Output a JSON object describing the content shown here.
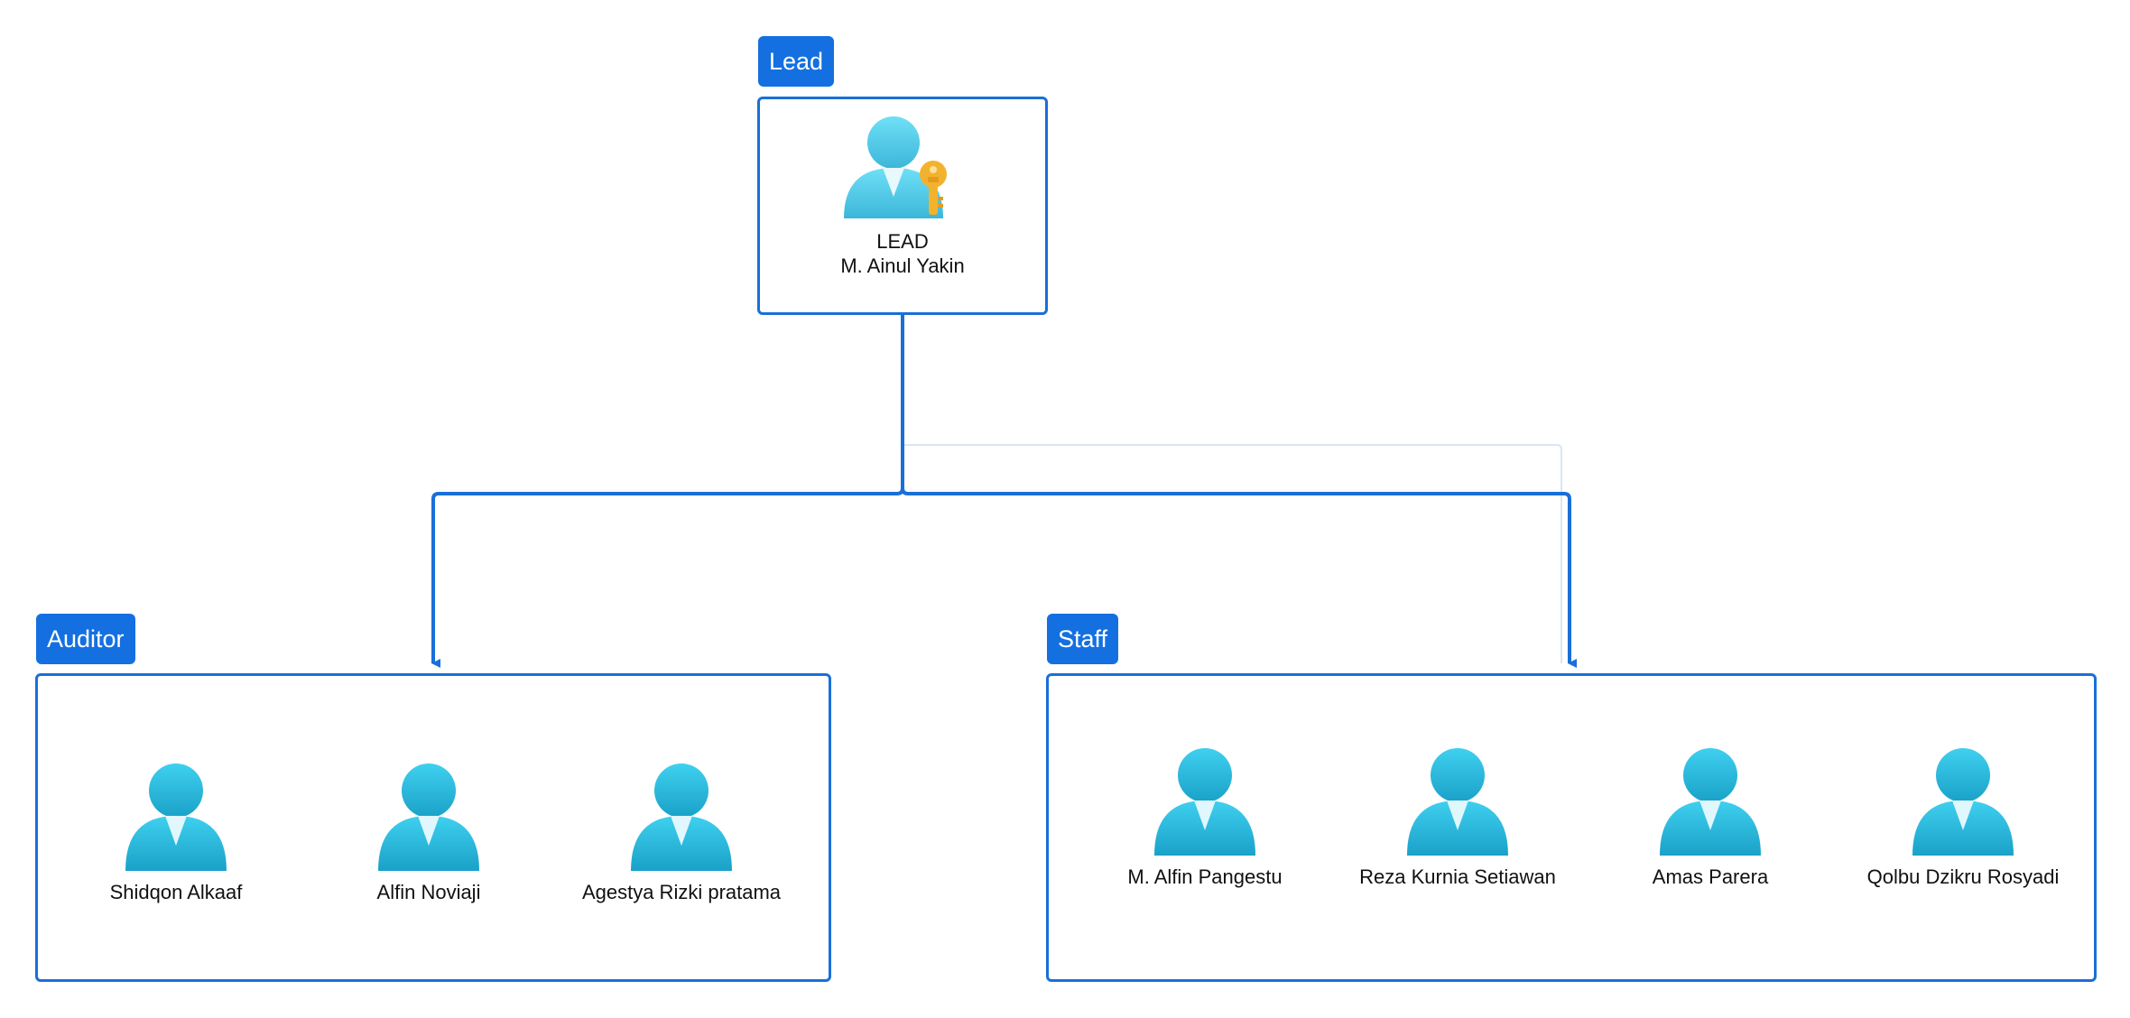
{
  "lead": {
    "tag": "Lead",
    "role": "LEAD",
    "name": "M. Ainul Yakin"
  },
  "groups": [
    {
      "tag": "Auditor",
      "members": [
        "Shidqon Alkaaf",
        "Alfin Noviaji",
        "Agestya Rizki pratama"
      ]
    },
    {
      "tag": "Staff",
      "members": [
        "M. Alfin Pangestu",
        "Reza Kurnia Setiawan",
        "Amas Parera",
        "Qolbu Dzikru Rosyadi"
      ]
    }
  ],
  "icons": {
    "person": "user-icon",
    "lead": "user-key-icon"
  },
  "colors": {
    "accent": "#1470e0",
    "connector": "#1a6fd8",
    "person_light": "#3fd0ef",
    "person_dark": "#1aa1c8",
    "key": "#f3b22e"
  }
}
